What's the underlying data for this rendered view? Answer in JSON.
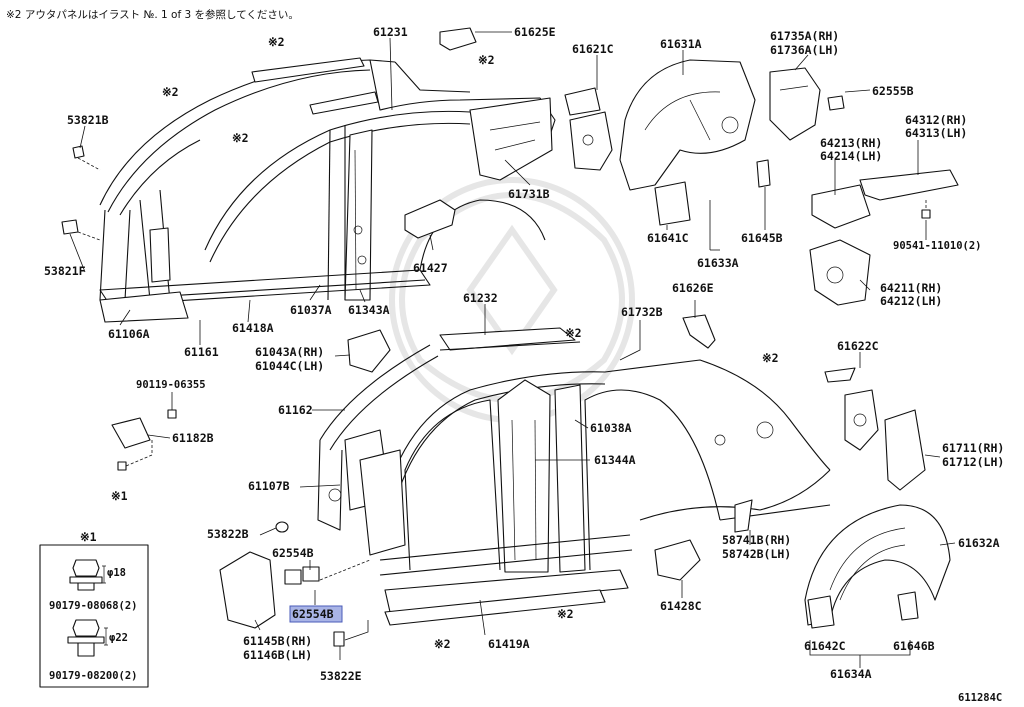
{
  "note_top": "※2 アウタパネルはイラスト №. 1 of 3 を参照してください。",
  "diagram_code": "611284C",
  "highlight_color": "#a9b4e6",
  "labels": {
    "p61231": "61231",
    "p61625E": "61625E",
    "p61621C": "61621C",
    "p61631A": "61631A",
    "p61735A": "61735A(RH)",
    "p61736A": "61736A(LH)",
    "p62555B": "62555B",
    "p53821B": "53821B",
    "p53821F": "53821F",
    "p61731B": "61731B",
    "p64312": "64312(RH)",
    "p64313": "64313(LH)",
    "p64213": "64213(RH)",
    "p64214": "64214(LH)",
    "p90541": "90541-11010(2)",
    "p61641C": "61641C",
    "p61645B": "61645B",
    "p61633A": "61633A",
    "p61427": "61427",
    "p61106A": "61106A",
    "p61161": "61161",
    "p61418A": "61418A",
    "p61037A": "61037A",
    "p61343A": "61343A",
    "p61232": "61232",
    "p61626E": "61626E",
    "p61732B": "61732B",
    "p64211": "64211(RH)",
    "p64212": "64212(LH)",
    "p61043A": "61043A(RH)",
    "p61044C": "61044C(LH)",
    "p61622C": "61622C",
    "p90119": "90119-06355",
    "p61182B": "61182B",
    "p61162": "61162",
    "p61038A": "61038A",
    "p61344A": "61344A",
    "p61711": "61711(RH)",
    "p61712": "61712(LH)",
    "p61107B": "61107B",
    "p53822B": "53822B",
    "p62554B_top": "62554B",
    "p62554B_hl": "62554B",
    "p58741B": "58741B(RH)",
    "p58742B": "58742B(LH)",
    "p61428C": "61428C",
    "p61632A": "61632A",
    "p61145B": "61145B(RH)",
    "p61146B": "61146B(LH)",
    "p61419A": "61419A",
    "p53822E": "53822E",
    "p61642C": "61642C",
    "p61646B": "61646B",
    "p61634A": "61634A",
    "p90179a": "90179-08068(2)",
    "p90179b": "90179-08200(2)",
    "d18": "φ18",
    "d22": "φ22"
  },
  "markers": {
    "k1": "※1",
    "k2": "※2"
  }
}
